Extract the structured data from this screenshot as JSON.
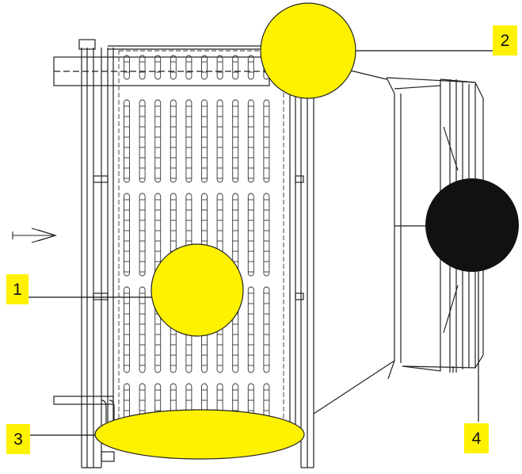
{
  "diagram": {
    "callouts": [
      {
        "id": "1",
        "label": "1"
      },
      {
        "id": "2",
        "label": "2"
      },
      {
        "id": "3",
        "label": "3"
      },
      {
        "id": "4",
        "label": "4"
      }
    ],
    "colors": {
      "highlight": "#FFF200",
      "label_box": "#FFF200",
      "motor": "#111111",
      "line": "#222222",
      "background": "#FFFFFF"
    },
    "icons": [
      "airflow-arrow-icon"
    ]
  }
}
